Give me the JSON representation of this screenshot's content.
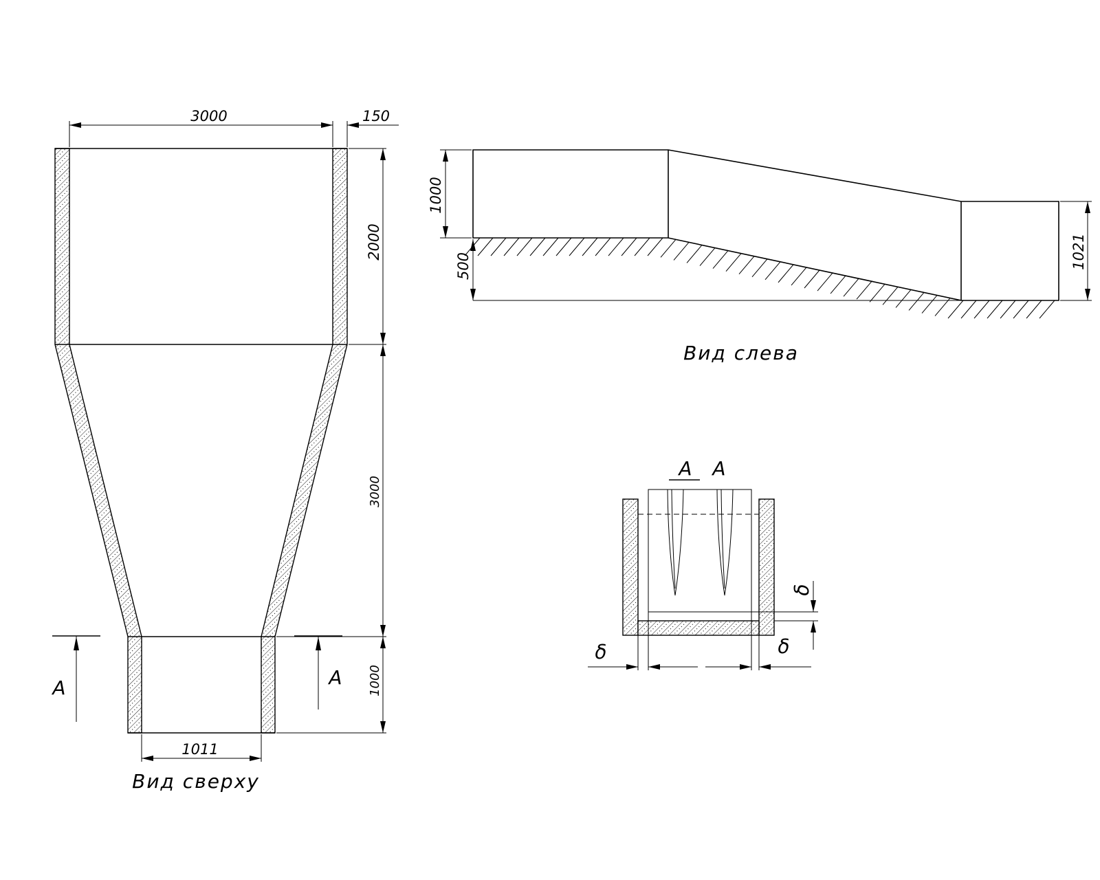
{
  "top_view": {
    "dim_width": "3000",
    "dim_wall": "150",
    "dim_section_1": "2000",
    "dim_section_2": "3000",
    "dim_section_3": "1000",
    "dim_outlet": "1011",
    "section_label_left": "A",
    "section_label_right": "A",
    "caption": "Вид сверху"
  },
  "side_view": {
    "dim_height_left": "1000",
    "dim_ground": "500",
    "dim_height_right": "1021",
    "caption": "Вид слева"
  },
  "section_view": {
    "title_left": "A",
    "title_right": "A",
    "delta_right_top": "δ",
    "delta_left": "δ",
    "delta_right_bottom": "δ"
  }
}
